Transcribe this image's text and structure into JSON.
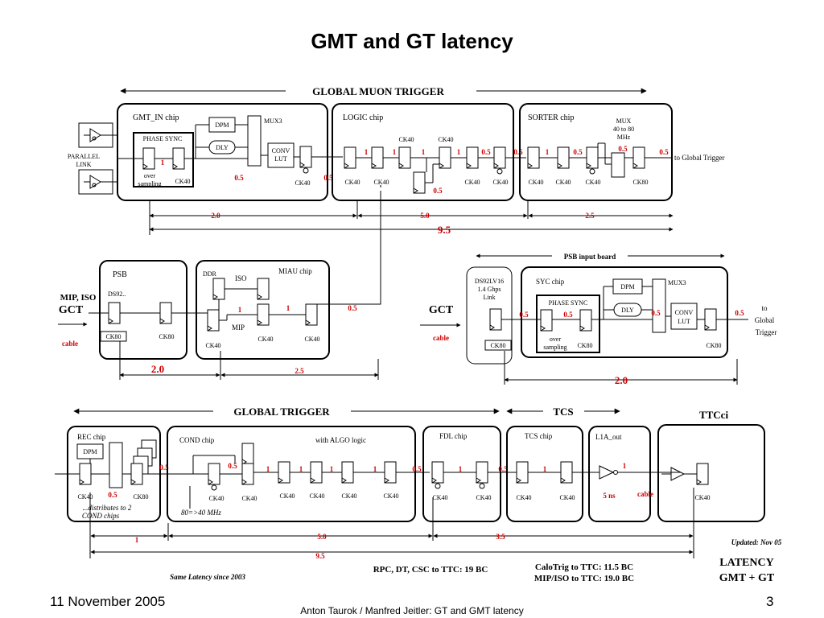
{
  "slide": {
    "title": "GMT and GT latency",
    "date": "11 November 2005",
    "page": "3",
    "authors": "Anton Taurok / Manfred Jeitler:  GT and GMT latency"
  },
  "gmt": {
    "banner": "GLOBAL MUON TRIGGER",
    "parallel_link": [
      "PARALLEL",
      "LINK"
    ],
    "gmt_in": {
      "title": "GMT_IN chip",
      "phase_sync": "PHASE SYNC",
      "dpm": "DPM",
      "dly": "DLY",
      "mux": "MUX3",
      "conv": [
        "CONV",
        "LUT"
      ],
      "over": [
        "over",
        "sampling"
      ],
      "ck": "CK40",
      "ck2": "CK40",
      "v_phase": "1",
      "v_lut": "0.5",
      "v_out": "0.5"
    },
    "logic": {
      "title": "LOGIC chip",
      "ck_top": [
        "CK40",
        "CK40"
      ],
      "ck_bottom": [
        "CK40",
        "CK40",
        "CK40",
        "CK40"
      ],
      "values": [
        "1",
        "1",
        "1",
        "1",
        "0.5",
        "0.5"
      ],
      "v_mid": "0.5"
    },
    "sorter": {
      "title": "SORTER  chip",
      "mux": [
        "MUX",
        "40 to 80",
        "MHz"
      ],
      "ck_bottom": [
        "CK40",
        "CK40",
        "CK40",
        "CK80"
      ],
      "values": [
        "1",
        "0.5",
        "0.5",
        "0.5"
      ]
    },
    "to_gt": "to Global Trigger",
    "dims": {
      "a": "2.0",
      "b": "5.0",
      "c": "2.5",
      "total": "9.5"
    }
  },
  "psb": {
    "title": "PSB",
    "chip": "DS92..",
    "ck": [
      "CK80",
      "CK80"
    ],
    "input_label": [
      "MIP, ISO",
      "GCT"
    ],
    "cable": "cable",
    "dim": "2.0"
  },
  "miau": {
    "title": "MIAU chip",
    "ddr": "DDR",
    "iso": "ISO",
    "mip": "MIP",
    "ck": [
      "CK40",
      "CK40",
      "CK40"
    ],
    "values": [
      "1",
      "1",
      "0.5"
    ],
    "dim": "2.5"
  },
  "psb_board": {
    "banner": "PSB input board",
    "link": [
      "DS92LV16",
      "1.4 Ghps",
      "Link"
    ],
    "gct": "GCT",
    "cable": "cable",
    "syc": {
      "title": "SYC  chip",
      "dpm": "DPM",
      "mux": "MUX3",
      "phase_sync": "PHASE SYNC",
      "dly": "DLY",
      "conv": [
        "CONV",
        "LUT"
      ],
      "over": [
        "over",
        "sampling"
      ]
    },
    "ck": [
      "CK80",
      "CK80",
      "CK80"
    ],
    "values": [
      "0.5",
      "0.5",
      "0.5",
      "0.5"
    ],
    "to_gt": [
      "to",
      "Global",
      "Trigger"
    ],
    "dim": "2.0"
  },
  "gt": {
    "banner": "GLOBAL TRIGGER",
    "tcs_banner": "TCS",
    "ttcci": "TTCci",
    "rec": {
      "title": "REC chip",
      "dpm": "DPM",
      "ck": [
        "CK40",
        "CK80"
      ],
      "v_in": "0.5",
      "v_mid": "0.5",
      "note": [
        "...distributes to 2",
        "COND chips"
      ]
    },
    "cond": {
      "title": "COND  chip",
      "algo": "with ALGO logic",
      "ck": [
        "CK40",
        "CK40",
        "CK40",
        "CK40",
        "CK40",
        "CK40"
      ],
      "values": [
        "0.5",
        "1",
        "1",
        "1",
        "1"
      ],
      "v_out": "0.5",
      "note": "80=>40 MHz"
    },
    "fdl": {
      "title": "FDL chip",
      "ck": [
        "CK40",
        "CK40"
      ],
      "values": [
        "1",
        "0.5"
      ]
    },
    "tcs": {
      "title": "TCS  chip",
      "ck": [
        "CK40",
        "CK40"
      ],
      "values": [
        "1"
      ]
    },
    "l1a": {
      "title": "L1A_out",
      "delay": "5 ns",
      "value": "1",
      "cable": "cable"
    },
    "ttc_ck": "CK40",
    "updated": "Updated: Nov 05",
    "dims": {
      "a": "1",
      "b": "5.0",
      "c": "3.5",
      "total": "9.5"
    },
    "same_latency": "Same Latency since 2003",
    "rpc": "RPC, DT, CSC to TTC: 19 BC",
    "calo": [
      "CaloTrig to TTC: 11.5 BC",
      "MIP/ISO  to TTC: 19.0 BC"
    ],
    "latency": [
      "LATENCY",
      "GMT + GT"
    ]
  }
}
